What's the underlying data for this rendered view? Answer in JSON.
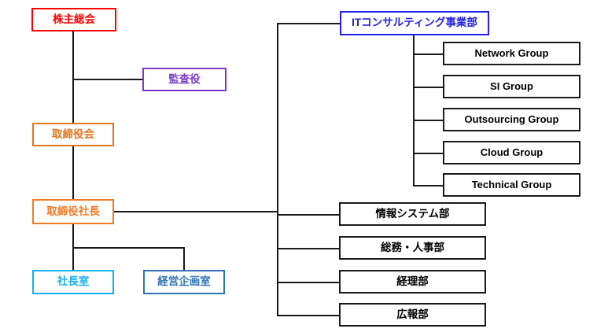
{
  "chart": {
    "type": "organization-chart",
    "title": "",
    "language": "ja",
    "nodes": {
      "shareholders": {
        "label": "株主総会",
        "color": "#ff0000"
      },
      "auditor": {
        "label": "監査役",
        "color": "#7d3cc8"
      },
      "board": {
        "label": "取締役会",
        "color": "#e3761f"
      },
      "president": {
        "label": "取締役社長",
        "color": "#f07c2a"
      },
      "president_office": {
        "label": "社長室",
        "color": "#14b1ef"
      },
      "planning_office": {
        "label": "経営企画室",
        "color": "#2e75b6"
      },
      "it_division": {
        "label": "ITコンサルティング事業部",
        "color": "#2020e8"
      }
    },
    "groups": [
      {
        "label": "Network Group",
        "color": "#000000"
      },
      {
        "label": "SI Group",
        "color": "#000000"
      },
      {
        "label": "Outsourcing Group",
        "color": "#000000"
      },
      {
        "label": "Cloud Group",
        "color": "#000000"
      },
      {
        "label": "Technical Group",
        "color": "#000000"
      }
    ],
    "departments": [
      {
        "label": "情報システム部",
        "color": "#000000"
      },
      {
        "label": "総務・人事部",
        "color": "#000000"
      },
      {
        "label": "経理部",
        "color": "#000000"
      },
      {
        "label": "広報部",
        "color": "#000000"
      }
    ]
  }
}
